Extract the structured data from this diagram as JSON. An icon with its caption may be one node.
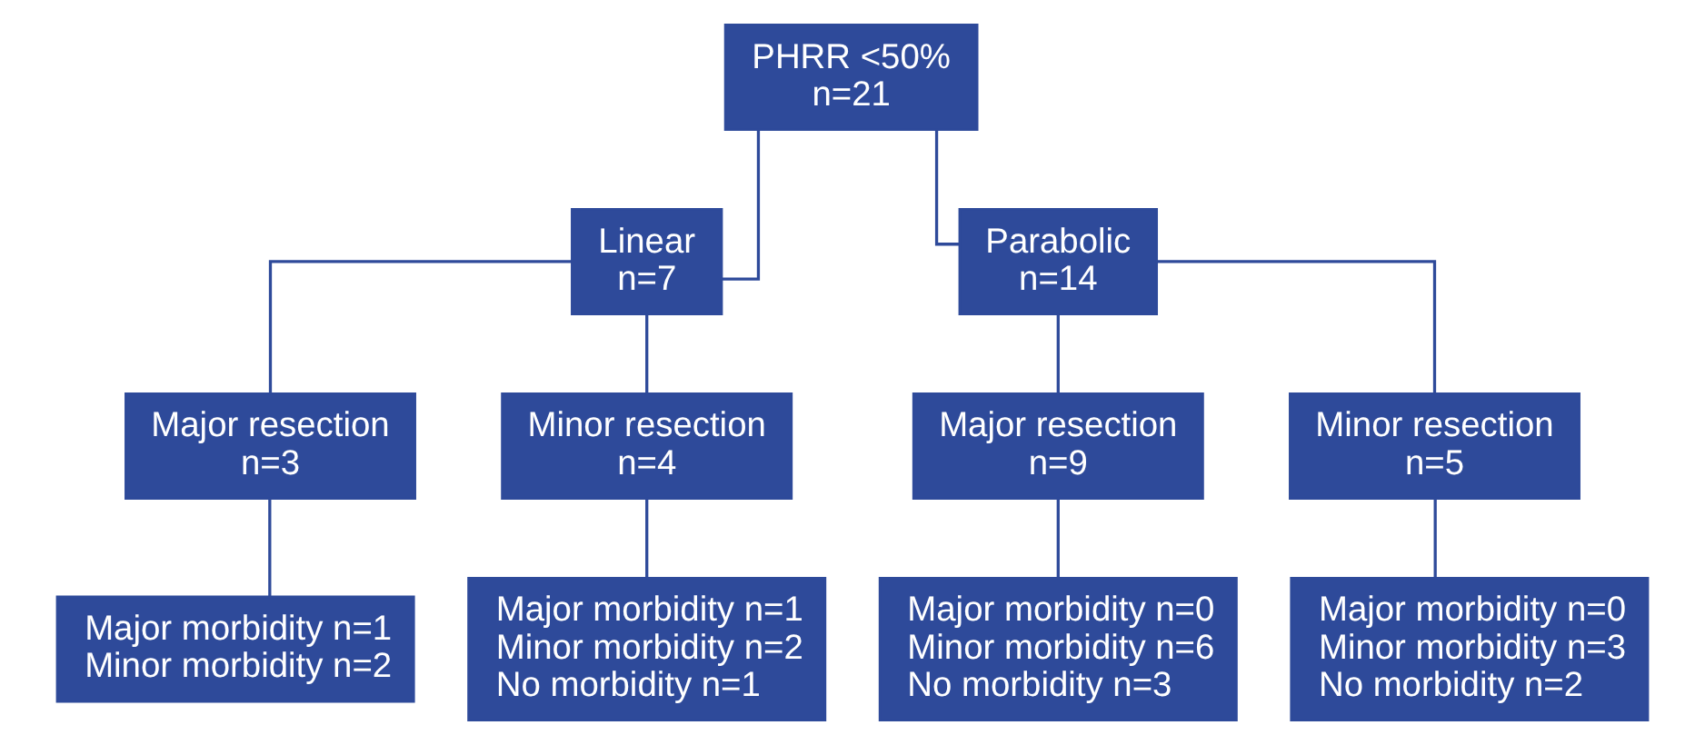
{
  "diagram": {
    "nodes": [
      {
        "text": [
          "PHRR <50%",
          "n=21"
        ]
      },
      {
        "text": [
          "Linear",
          "n=7"
        ]
      },
      {
        "text": [
          "Parabolic",
          "n=14"
        ]
      },
      {
        "text": [
          "Major resection",
          "n=3"
        ]
      },
      {
        "text": [
          "Minor resection",
          "n=4"
        ]
      },
      {
        "text": [
          "Major resection",
          "n=9"
        ]
      },
      {
        "text": [
          "Minor resection",
          "n=5"
        ]
      },
      {
        "text": [
          "Major morbidity n=1",
          "Minor morbidity n=2"
        ]
      },
      {
        "text": [
          "Major morbidity n=1",
          "Minor morbidity n=2",
          "No morbidity n=1"
        ]
      },
      {
        "text": [
          "Major morbidity n=0",
          "Minor morbidity n=6",
          "No morbidity n=3"
        ]
      },
      {
        "text": [
          "Major morbidity n=0",
          "Minor morbidity n=3",
          "No morbidity n=2"
        ]
      }
    ],
    "edges": [
      {
        "from": 0,
        "to": 1,
        "arrow": "none"
      },
      {
        "from": 0,
        "to": 2,
        "arrow": "none"
      },
      {
        "from": 1,
        "to": 3,
        "arrow": "none"
      },
      {
        "from": 1,
        "to": 4,
        "arrow": "none"
      },
      {
        "from": 2,
        "to": 5,
        "arrow": "none"
      },
      {
        "from": 2,
        "to": 6,
        "arrow": "none"
      },
      {
        "from": 3,
        "to": 7,
        "arrow": "none"
      },
      {
        "from": 4,
        "to": 8,
        "arrow": "none"
      },
      {
        "from": 5,
        "to": 9,
        "arrow": "none"
      },
      {
        "from": 6,
        "to": 10,
        "arrow": "none"
      }
    ]
  }
}
